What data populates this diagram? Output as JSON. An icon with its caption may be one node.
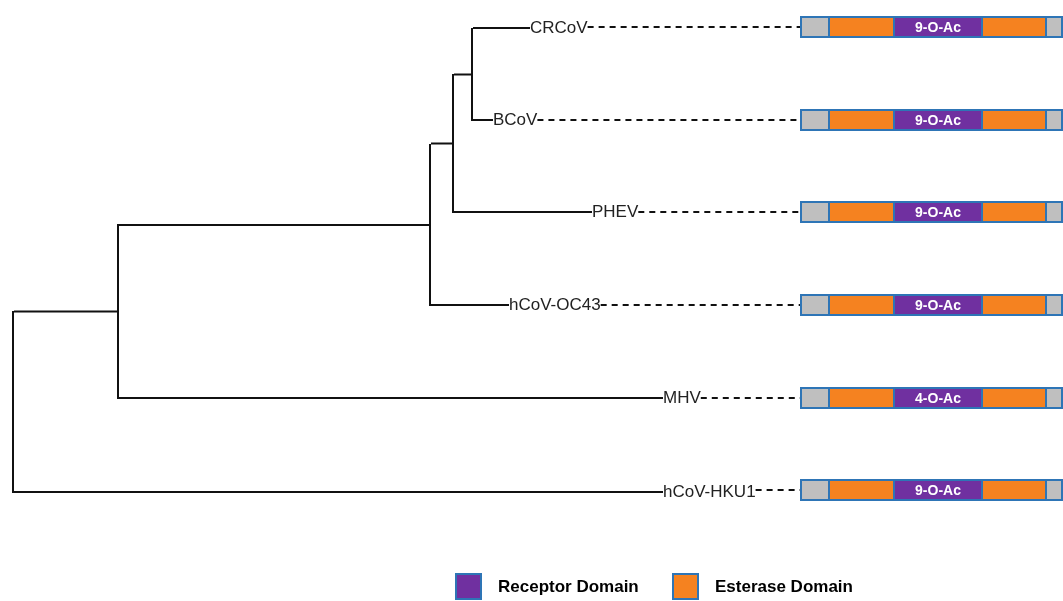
{
  "diagram": {
    "nodes": [
      {
        "text": [
          "CRCoV"
        ]
      },
      {
        "text": [
          "BCoV"
        ]
      },
      {
        "text": [
          "PHEV"
        ]
      },
      {
        "text": [
          "hCoV-OC43"
        ]
      },
      {
        "text": [
          "MHV"
        ]
      },
      {
        "text": [
          "hCoV-HKU1"
        ]
      },
      {
        "text": [
          "9-O-Ac"
        ]
      },
      {
        "text": [
          "9-O-Ac"
        ]
      },
      {
        "text": [
          "9-O-Ac"
        ]
      },
      {
        "text": [
          "9-O-Ac"
        ]
      },
      {
        "text": [
          "4-O-Ac"
        ]
      },
      {
        "text": [
          "9-O-Ac"
        ]
      },
      {
        "text": [],
        "shape": "line"
      },
      {
        "text": [],
        "shape": "line"
      },
      {
        "text": [],
        "shape": "line"
      },
      {
        "text": [],
        "shape": "line"
      },
      {
        "text": [],
        "shape": "line"
      }
    ],
    "edges": [
      {
        "from": 16,
        "to": 15,
        "arrow": "none"
      },
      {
        "from": 16,
        "to": 5,
        "arrow": "none"
      },
      {
        "from": 15,
        "to": 14,
        "arrow": "none"
      },
      {
        "from": 15,
        "to": 4,
        "arrow": "none"
      },
      {
        "from": 14,
        "to": 13,
        "arrow": "none"
      },
      {
        "from": 14,
        "to": 3,
        "arrow": "none"
      },
      {
        "from": 13,
        "to": 12,
        "arrow": "none"
      },
      {
        "from": 13,
        "to": 2,
        "arrow": "none"
      },
      {
        "from": 12,
        "to": 0,
        "arrow": "none"
      },
      {
        "from": 12,
        "to": 1,
        "arrow": "none"
      },
      {
        "from": 0,
        "to": 6,
        "arrow": "none",
        "style": "dashed"
      },
      {
        "from": 1,
        "to": 7,
        "arrow": "none",
        "style": "dashed"
      },
      {
        "from": 2,
        "to": 8,
        "arrow": "none",
        "style": "dashed"
      },
      {
        "from": 3,
        "to": 9,
        "arrow": "none",
        "style": "dashed"
      },
      {
        "from": 4,
        "to": 10,
        "arrow": "none",
        "style": "dashed"
      },
      {
        "from": 5,
        "to": 11,
        "arrow": "none",
        "style": "dashed"
      }
    ],
    "legend": [
      {
        "text": "Receptor Domain",
        "color": "#7030a0"
      },
      {
        "text": "Esterase Domain",
        "color": "#f58220"
      }
    ]
  }
}
